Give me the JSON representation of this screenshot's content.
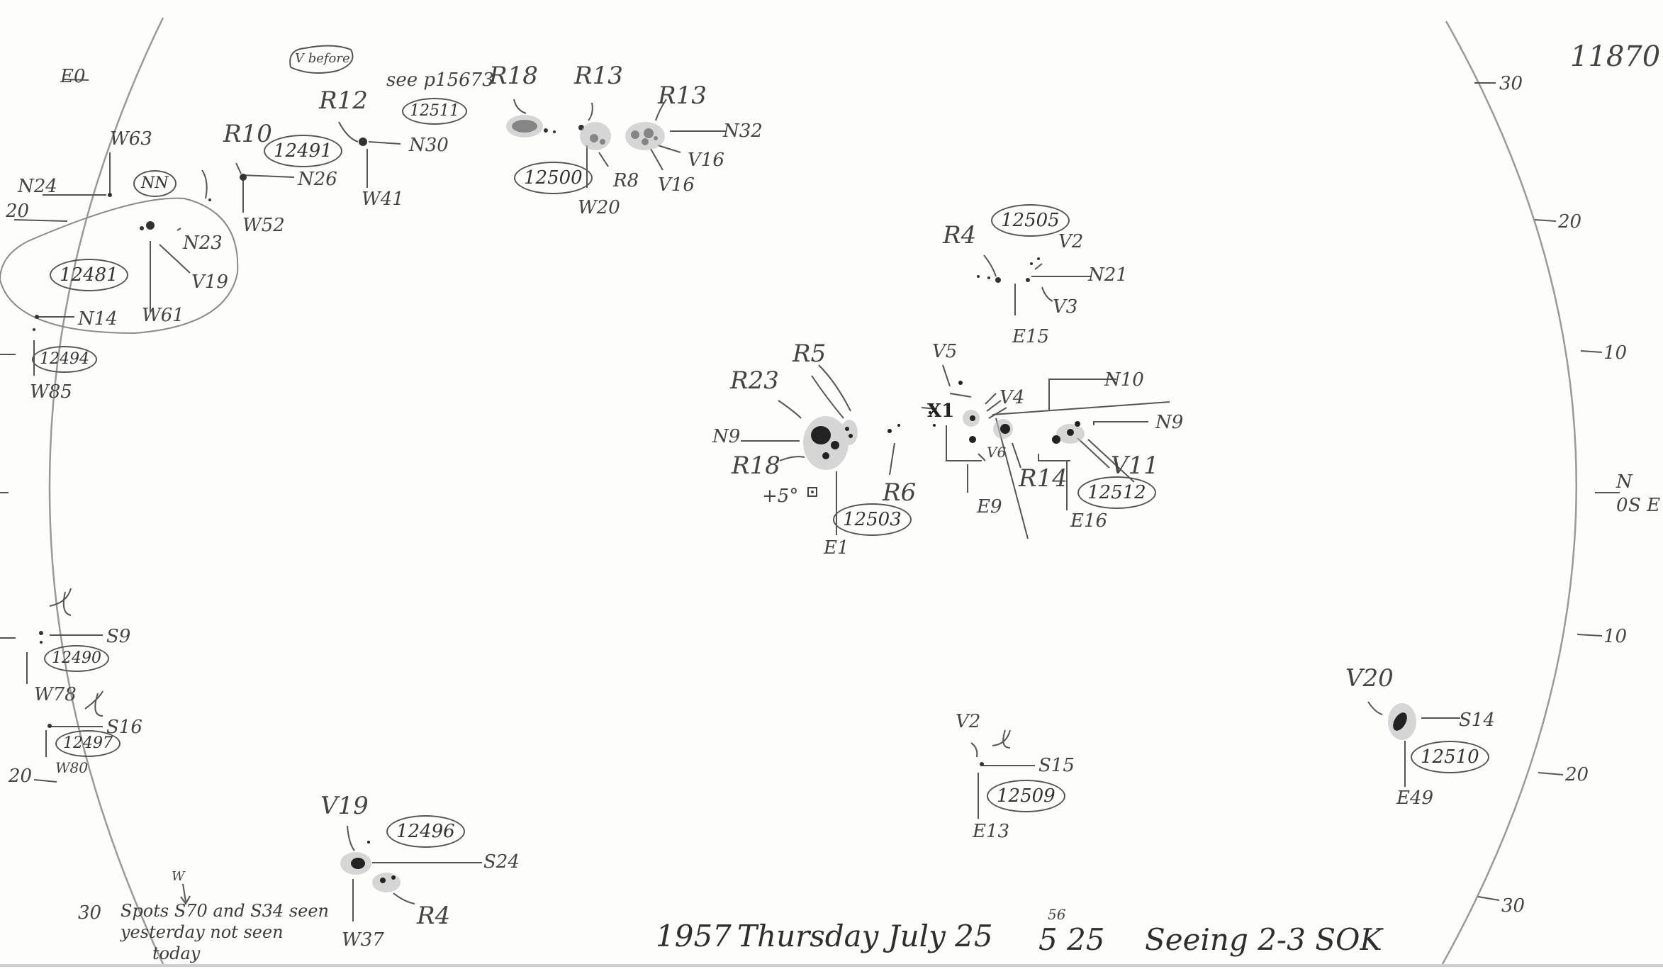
{
  "sheet_number": "11870",
  "limb_ticks": {
    "left": [
      "E0",
      "20"
    ],
    "left_bottom": [
      "20",
      "30"
    ],
    "right": [
      "30",
      "20",
      "10",
      "10",
      "20",
      "30"
    ],
    "right_center": "N",
    "right_center_sub": "0",
    "right_center_suffix": "S E"
  },
  "groups": [
    {
      "id": "12491",
      "labels": [
        "R10",
        "N26",
        "W52"
      ]
    },
    {
      "id": "12511",
      "labels": [
        "R12",
        "N30",
        "W41"
      ],
      "note": "V before",
      "ref": "see p15673"
    },
    {
      "id": "12500",
      "labels": [
        "R18",
        "R13",
        "R13",
        "N32",
        "V16",
        "V16",
        "R8",
        "W20"
      ]
    },
    {
      "id": "12481",
      "labels": [
        "W63",
        "N24",
        "N23",
        "V19",
        "W61",
        "N14",
        "NN"
      ]
    },
    {
      "id": "12494",
      "labels": [
        "W85"
      ]
    },
    {
      "id": "12505",
      "labels": [
        "R4",
        "V2",
        "N21",
        "V3",
        "E15"
      ]
    },
    {
      "id": "12503",
      "labels": [
        "R5",
        "R23",
        "N9",
        "R18",
        "+5°",
        "R6",
        "E1"
      ]
    },
    {
      "id": "12512",
      "labels": [
        "V5",
        "X1",
        "V4",
        "N10",
        "N9",
        "V6",
        "R14",
        "V11",
        "E9",
        "E16"
      ]
    },
    {
      "id": "12490",
      "labels": [
        "S9",
        "W78"
      ]
    },
    {
      "id": "12497",
      "labels": [
        "S16",
        "W80"
      ]
    },
    {
      "id": "12496",
      "labels": [
        "V19",
        "S24",
        "R4",
        "W37"
      ]
    },
    {
      "id": "12509",
      "labels": [
        "V2",
        "S15",
        "E13"
      ]
    },
    {
      "id": "12510",
      "labels": [
        "V20",
        "S14",
        "E49"
      ]
    }
  ],
  "margin_note": {
    "marker": "W",
    "lines": [
      "Spots S70 and S34 seen",
      "yesterday not seen",
      "today"
    ]
  },
  "footer": {
    "year": "1957",
    "text": "Thursday July 25",
    "time": "5 25",
    "superscript": "56",
    "seeing": "Seeing 2-3 SOK"
  }
}
